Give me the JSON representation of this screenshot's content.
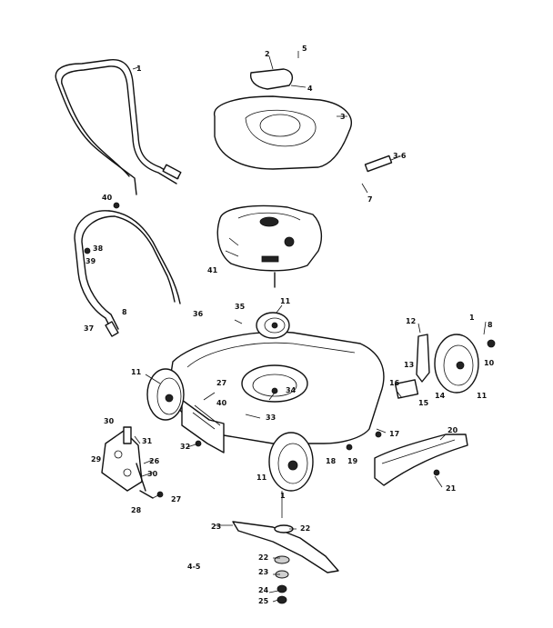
{
  "parts": {
    "p1": "1",
    "p2": "2",
    "p3": "3",
    "p4": "4",
    "p5": "5",
    "p6": "3-6",
    "p7": "7",
    "p8": "8",
    "p10": "10",
    "p11": "11",
    "p12": "12",
    "p13": "13",
    "p14": "14",
    "p15": "15",
    "p16": "16",
    "p17": "17",
    "p18": "18",
    "p19": "19",
    "p20": "20",
    "p21": "21",
    "p22": "22",
    "p23": "23",
    "p24": "24",
    "p25": "25",
    "p26": "26",
    "p27": "27",
    "p28": "28",
    "p29": "29",
    "p30": "30",
    "p31": "31",
    "p32": "32",
    "p33": "33",
    "p34": "34",
    "p35": "35",
    "p36": "36",
    "p37": "37",
    "p38": "38",
    "p39": "39",
    "p40": "40",
    "p41": "41"
  },
  "page_ref": "4-5"
}
